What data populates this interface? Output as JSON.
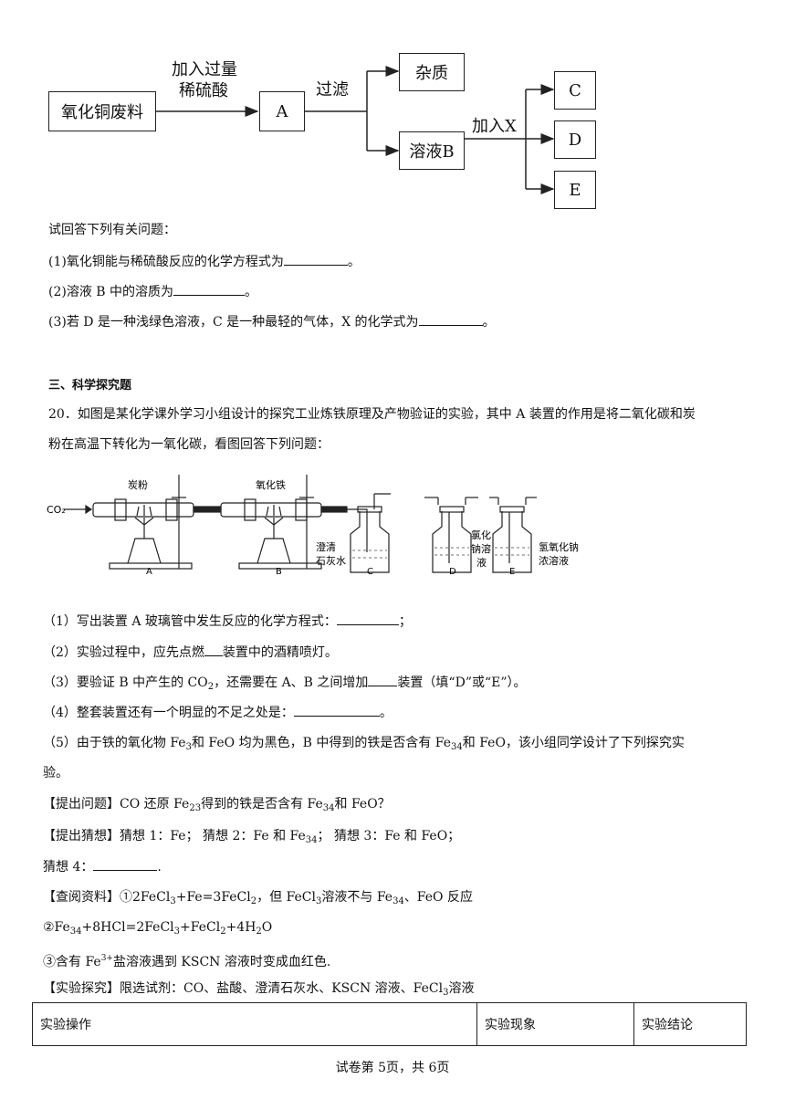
{
  "flow": {
    "source": "氧化铜废料",
    "reagent1_line1": "加入过量",
    "reagent1_line2": "稀硫酸",
    "a": "A",
    "filter": "过滤",
    "impurity": "杂质",
    "solution_b": "溶液B",
    "add_x": "加入X",
    "c": "C",
    "d": "D",
    "e": "E"
  },
  "intro": "试回答下列有关问题：",
  "q1": "(1)氧化铜能与稀硫酸反应的化学方程式为",
  "q2": "(2)溶液 B 中的溶质为",
  "q3": "(3)若 D 是一种浅绿色溶液，C 是一种最轻的气体，X 的化学式为",
  "period": "。",
  "section": "三、科学探究题",
  "q20_line1": "20．如图是某化学课外学习小组设计的探究工业炼铁原理及产物验证的实验，其中 A 装置的作用是将二氧化碳和炭",
  "q20_line2": "粉在高温下转化为一氧化碳，看图回答下列问题：",
  "apparatus": {
    "co2": "CO₂",
    "carbon": "炭粉",
    "iron_oxide": "氧化铁",
    "limewater1": "澄清",
    "limewater2": "石灰水",
    "nacl1": "氯化",
    "nacl2": "钠溶",
    "nacl3": "液",
    "naoh1": "氢氧化钠",
    "naoh2": "浓溶液",
    "label_a": "A",
    "label_b": "B",
    "label_c": "C",
    "label_d": "D",
    "label_e": "E"
  },
  "s1": "（1）写出装置 A 玻璃管中发生反应的化学方程式：",
  "s1_end": "；",
  "s2a": "（2）实验过程中，应先点燃",
  "s2b": "装置中的酒精喷灯。",
  "s3a": "（3）要验证 B 中产生的 CO",
  "s3b": "，还需要在 A、B 之间增加",
  "s3c": "装置（填“D”或“E”）。",
  "s4": "（4）整套装置还有一个明显的不足之处是：",
  "s5a": "（5）由于铁的氧化物 Fe",
  "s5b": "和 FeO 均为黑色，B 中得到的铁是否含有 Fe",
  "s5c": "和 FeO，该小组同学设计了下列探究实",
  "s5d": "验。",
  "problem_a": "【提出问题】CO 还原 Fe",
  "problem_b": "得到的铁是否含有 Fe",
  "problem_c": "和 FeO？",
  "guess_a": "【提出猜想】猜想 1：Fe；  猜想 2：Fe 和 Fe",
  "guess_b": "；  猜想 3：Fe 和 FeO；",
  "guess4": "猜想 4：",
  "guess4_end": ".",
  "ref1a": "【查阅资料】①2FeCl",
  "ref1b": "+Fe=3FeCl",
  "ref1c": "，但 FeCl",
  "ref1d": "溶液不与 Fe",
  "ref1e": "、FeO 反应",
  "ref2a": "②Fe",
  "ref2b": "+8HCl=2FeCl",
  "ref2c": "+FeCl",
  "ref2d": "+4H",
  "ref2e": "O",
  "ref3a": "③含有 Fe",
  "ref3b": "盐溶液遇到 KSCN 溶液时变成血红色.",
  "explore_a": "【实验探究】限选试剂：CO、盐酸、澄清石灰水、KSCN 溶液、FeCl",
  "explore_b": "溶液",
  "subs": {
    "two": "2",
    "three": "3",
    "four": "4",
    "3plus": "3+"
  },
  "table": {
    "col1": "实验操作",
    "col2": "实验现象",
    "col3": "实验结论"
  },
  "footer": "试卷第 5页，共 6页"
}
